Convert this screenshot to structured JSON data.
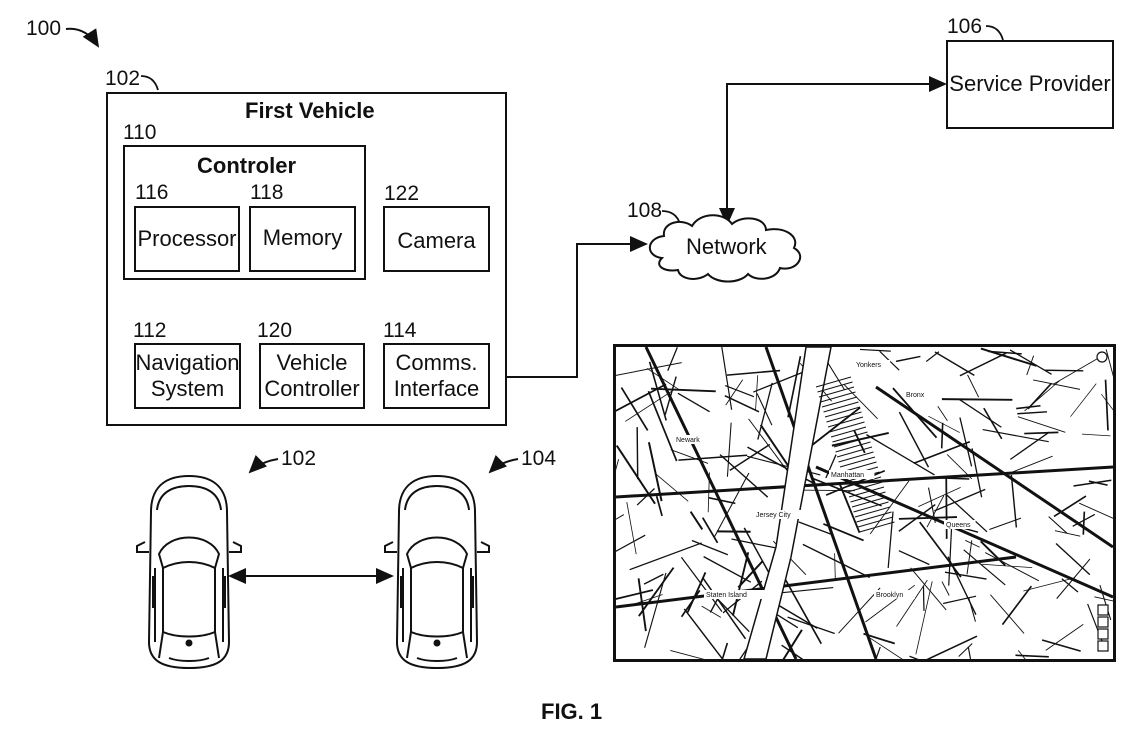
{
  "figure_ref": "100",
  "caption": "FIG. 1",
  "first_vehicle": {
    "ref": "102",
    "title": "First Vehicle"
  },
  "controller": {
    "ref": "110",
    "title": "Controler"
  },
  "processor": {
    "ref": "116",
    "label": "Processor"
  },
  "memory": {
    "ref": "118",
    "label": "Memory"
  },
  "camera": {
    "ref": "122",
    "label": "Camera"
  },
  "navigation": {
    "ref": "112",
    "line1": "Navigation",
    "line2": "System"
  },
  "vehicle_controller": {
    "ref": "120",
    "line1": "Vehicle",
    "line2": "Controller"
  },
  "comms": {
    "ref": "114",
    "line1": "Comms.",
    "line2": "Interface"
  },
  "network": {
    "ref": "108",
    "label": "Network"
  },
  "service_provider": {
    "ref": "106",
    "label": "Service Provider"
  },
  "car_first": {
    "ref": "102"
  },
  "car_second": {
    "ref": "104"
  },
  "map": {
    "place_labels": [
      "Newark",
      "Manhattan",
      "Brooklyn",
      "Queens",
      "Bronx",
      "Jersey City",
      "Staten Island",
      "Yonkers"
    ]
  }
}
